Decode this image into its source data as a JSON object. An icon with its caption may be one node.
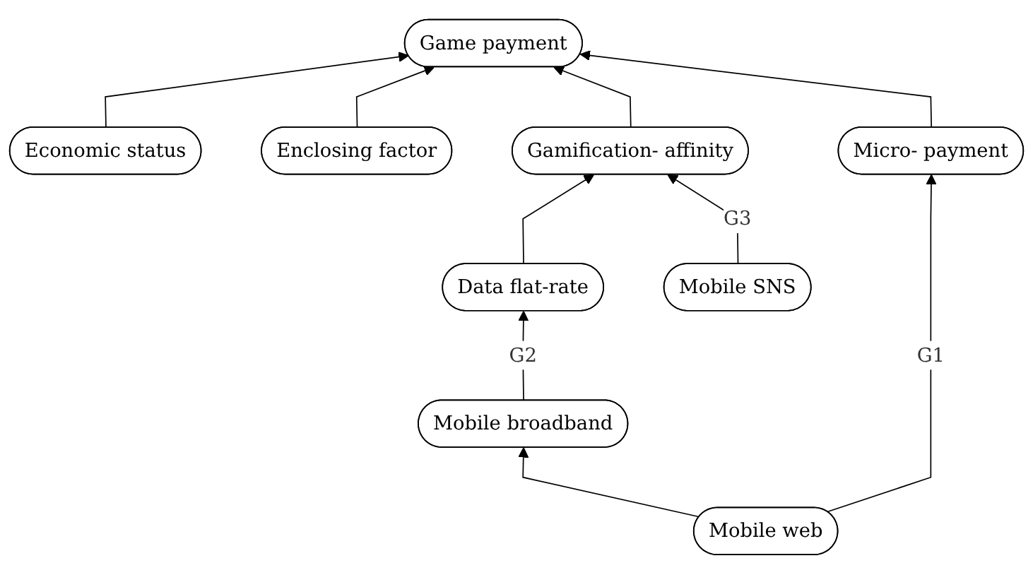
{
  "diagram": {
    "nodes": [
      {
        "text": [
          "Economic status"
        ]
      },
      {
        "text": [
          "Game payment"
        ]
      },
      {
        "text": [
          "Enclosing factor"
        ]
      },
      {
        "text": [
          "Gamification- affinity"
        ]
      },
      {
        "text": [
          "Data flat-rate"
        ]
      },
      {
        "text": [
          "Mobile SNS"
        ]
      },
      {
        "text": [
          "Mobile broadband"
        ]
      },
      {
        "text": [
          "Micro- payment"
        ]
      },
      {
        "text": [
          "Mobile web"
        ]
      }
    ],
    "edges": [
      {
        "from": 0,
        "to": 1,
        "arrow": "to"
      },
      {
        "from": 2,
        "to": 1,
        "arrow": "to"
      },
      {
        "from": 3,
        "to": 1,
        "arrow": "to"
      },
      {
        "from": 4,
        "to": 3,
        "arrow": "to"
      },
      {
        "from": 7,
        "to": 1,
        "arrow": "to"
      },
      {
        "from": 5,
        "to": 3,
        "arrow": "to",
        "label": "G3"
      },
      {
        "from": 6,
        "to": 4,
        "arrow": "to",
        "label": "G2"
      },
      {
        "from": 8,
        "to": 6,
        "arrow": "to"
      },
      {
        "from": 8,
        "to": 7,
        "arrow": "to",
        "label": "G1"
      }
    ]
  }
}
